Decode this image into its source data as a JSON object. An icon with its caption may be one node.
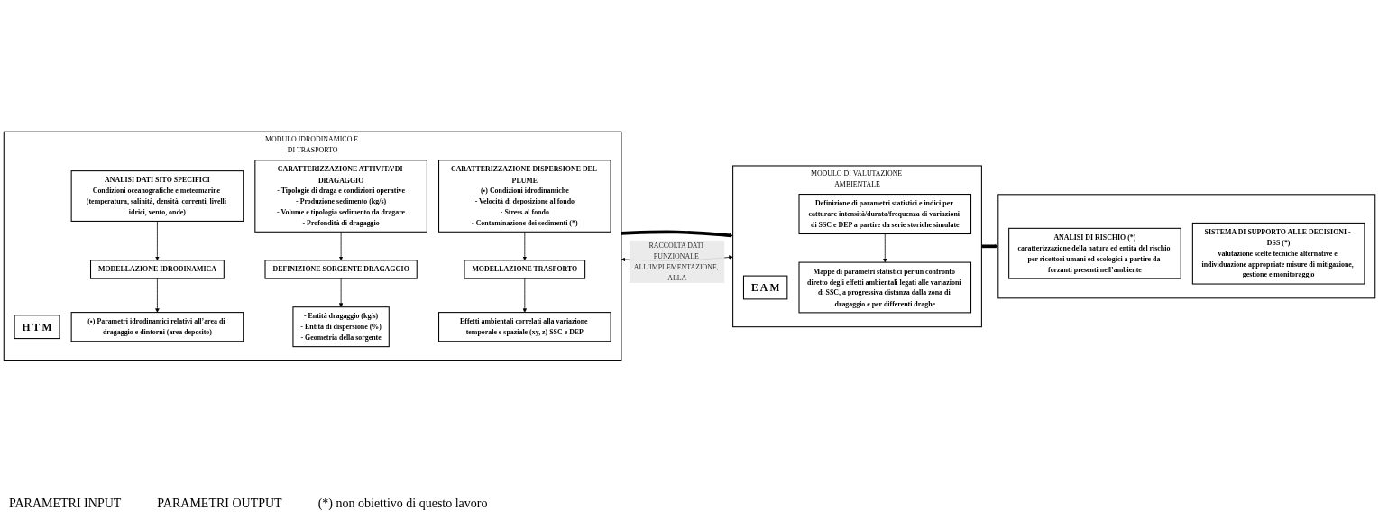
{
  "diagram": {
    "nodes": [
      {
        "text": [
          "MODULO IDRODINAMICO E DI TRASPORTO"
        ]
      },
      {
        "text": [
          "H T M"
        ],
        "in": 0
      },
      {
        "text": [
          "ANALISI DATI SITO SPECIFICI",
          "Condizioni oceanografiche e meteomarine (temperatura, salinità, densità, correnti, livelli idrici, vento, onde)"
        ],
        "in": 0
      },
      {
        "text": [
          "CARATTERIZZAZIONE ATTIVITA’DI DRAGAGGIO",
          "- Tipologie di draga e condizioni operative",
          "- Produzione sedimento (kg/s)",
          "- Volume e tipologia sedimento da dragare",
          "- Profondità di dragaggio"
        ],
        "in": 0
      },
      {
        "text": [
          "CARATTERIZZAZIONE DISPERSIONE DEL PLUME",
          "(▪) Condizioni idrodinamiche",
          "- Velocità di deposizione al fondo",
          "- Stress al fondo",
          "- Contaminazione dei sedimenti (*)"
        ],
        "in": 0
      },
      {
        "text": [
          "MODELLAZIONE IDRODINAMICA"
        ],
        "in": 0
      },
      {
        "text": [
          "DEFINIZIONE SORGENTE DRAGAGGIO"
        ],
        "in": 0
      },
      {
        "text": [
          "MODELLAZIONE TRASPORTO"
        ],
        "in": 0
      },
      {
        "text": [
          "(▪) Parametri idrodinamici relativi all’area di dragaggio e dintorni (area deposito)"
        ],
        "in": 0
      },
      {
        "text": [
          "- Entità dragaggio (kg/s)",
          "- Entità di dispersione (%)",
          "- Geometria della sorgente"
        ],
        "in": 0
      },
      {
        "text": [
          "Effetti ambientali correlati alla variazione temporale e spaziale (xy, z) SSC e DEP"
        ],
        "in": 0
      },
      {
        "text": [
          "MODULO DI VALUTAZIONE AMBIENTALE"
        ]
      },
      {
        "text": [
          "E A M"
        ],
        "in": 11
      },
      {
        "text": [
          "Definizione di parametri statistici e indici per catturare intensità/durata/frequenza di variazioni di SSC e DEP a partire da serie storiche simulate"
        ],
        "in": 11
      },
      {
        "text": [
          "Mappe di parametri statistici per un confronto diretto degli effetti ambientali legati alle variazioni di SSC, a progressiva distanza dalla zona di dragaggio e per differenti draghe"
        ],
        "in": 11
      },
      {
        "text": [],
        "shape": "box"
      },
      {
        "text": [
          "ANALISI DI RISCHIO (*)",
          "caratterizzazione della natura ed entità del rischio per ricettori umani ed ecologici a partire da forzanti presenti nell’ambiente"
        ],
        "in": 15
      },
      {
        "text": [
          "SISTEMA DI SUPPORTO ALLE DECISIONI - DSS (*)",
          "valutazione scelte tecniche alternative e individuazione appropriate misure di mitigazione, gestione e monitoraggio"
        ],
        "in": 15
      }
    ],
    "edges": [
      {
        "from": 2,
        "to": 5,
        "arrow": "to"
      },
      {
        "from": 3,
        "to": 6,
        "arrow": "to"
      },
      {
        "from": 4,
        "to": 7,
        "arrow": "to"
      },
      {
        "from": 5,
        "to": 8,
        "arrow": "to"
      },
      {
        "from": 6,
        "to": 9,
        "arrow": "to"
      },
      {
        "from": 7,
        "to": 10,
        "arrow": "to"
      },
      {
        "from": 0,
        "to": 11,
        "arrow": "to",
        "style": "thick"
      },
      {
        "from": 13,
        "to": 14,
        "arrow": "to"
      },
      {
        "from": 11,
        "to": 15,
        "arrow": "to",
        "style": "thick"
      },
      {
        "from": 0,
        "to": 11,
        "arrow": "both",
        "label": "RACCOLTA DATI FUNZIONALE ALL’IMPLEMENTAZIONE, ALLA"
      }
    ],
    "labels": [
      "PARAMETRI INPUT",
      "PARAMETRI OUTPUT",
      "(*) non obiettivo di questo lavoro"
    ]
  }
}
